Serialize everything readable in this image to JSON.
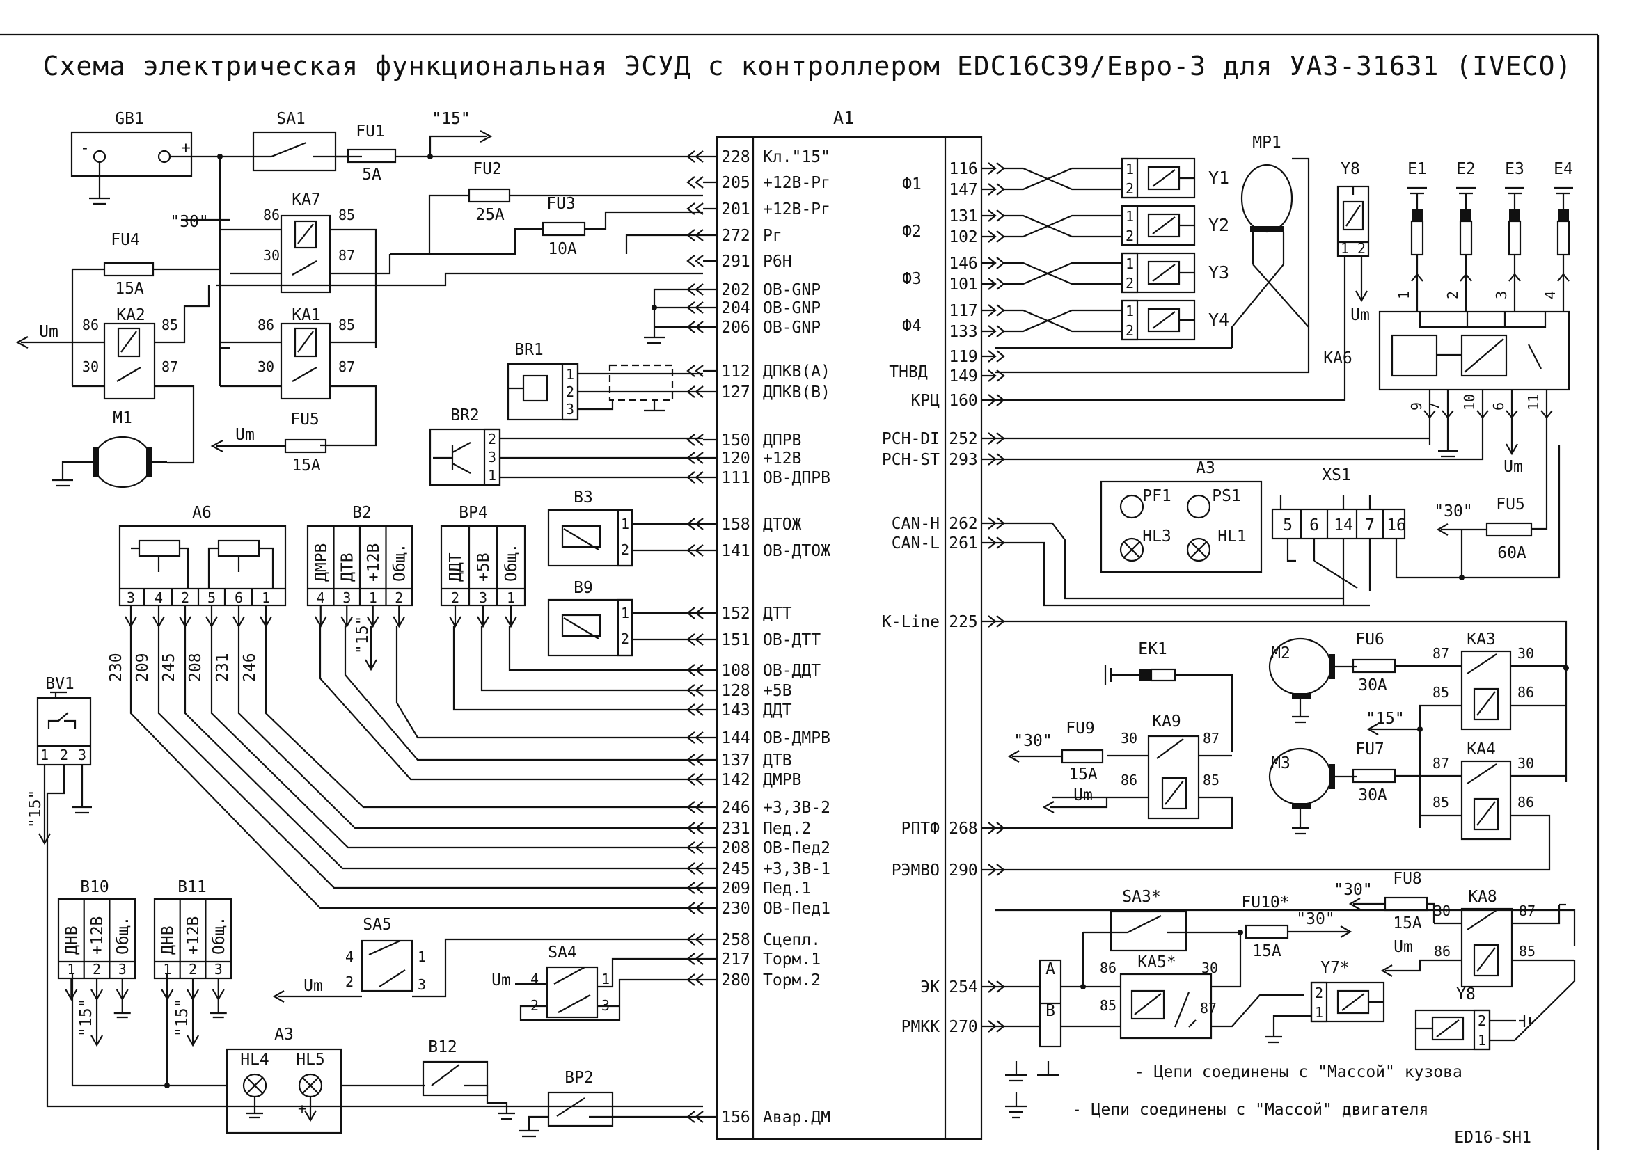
{
  "title": "Схема электрическая функциональная ЭСУД с контроллером   EDC16C39/Евро-3 для УАЗ-31631 (IVECO)",
  "code": "ED16-SH1",
  "legend": {
    "body": "- Цепи соединены с \"Массой\" кузова",
    "engine": "- Цепи соединены с \"Массой\" двигателя"
  },
  "controller": {
    "name": "A1",
    "left_pins": [
      {
        "n": "228",
        "s": "Кл.\"15\""
      },
      {
        "n": "205",
        "s": "+12В-Рг"
      },
      {
        "n": "201",
        "s": "+12В-Рг"
      },
      {
        "n": "272",
        "s": "Рг"
      },
      {
        "n": "291",
        "s": "Р6Н"
      },
      {
        "n": "202",
        "s": "ОВ-GNP"
      },
      {
        "n": "204",
        "s": "ОВ-GNP"
      },
      {
        "n": "206",
        "s": "ОВ-GNP"
      },
      {
        "n": "112",
        "s": "ДПКВ(А)"
      },
      {
        "n": "127",
        "s": "ДПКВ(В)"
      },
      {
        "n": "150",
        "s": "ДПРВ"
      },
      {
        "n": "120",
        "s": "+12В"
      },
      {
        "n": "111",
        "s": "ОВ-ДПРВ"
      },
      {
        "n": "158",
        "s": "ДТОЖ"
      },
      {
        "n": "141",
        "s": "ОВ-ДТОЖ"
      },
      {
        "n": "152",
        "s": "ДТТ"
      },
      {
        "n": "151",
        "s": "ОВ-ДТТ"
      },
      {
        "n": "108",
        "s": "ОВ-ДДТ"
      },
      {
        "n": "128",
        "s": "+5В"
      },
      {
        "n": "143",
        "s": "ДДТ"
      },
      {
        "n": "144",
        "s": "ОВ-ДМРВ"
      },
      {
        "n": "137",
        "s": "ДТВ"
      },
      {
        "n": "142",
        "s": "ДМРВ"
      },
      {
        "n": "246",
        "s": "+3,3В-2"
      },
      {
        "n": "231",
        "s": "Пед.2"
      },
      {
        "n": "208",
        "s": "ОВ-Пед2"
      },
      {
        "n": "245",
        "s": "+3,3В-1"
      },
      {
        "n": "209",
        "s": "Пед.1"
      },
      {
        "n": "230",
        "s": "ОВ-Пед1"
      },
      {
        "n": "258",
        "s": "Сцепл."
      },
      {
        "n": "217",
        "s": "Торм.1"
      },
      {
        "n": "280",
        "s": "Торм.2"
      },
      {
        "n": "156",
        "s": "Авар.ДМ"
      }
    ],
    "right_pins": [
      {
        "n": "116",
        "s": ""
      },
      {
        "n": "147",
        "s": ""
      },
      {
        "n": "131",
        "s": ""
      },
      {
        "n": "102",
        "s": ""
      },
      {
        "n": "146",
        "s": ""
      },
      {
        "n": "101",
        "s": ""
      },
      {
        "n": "117",
        "s": ""
      },
      {
        "n": "133",
        "s": ""
      },
      {
        "n": "119",
        "s": ""
      },
      {
        "n": "149",
        "s": ""
      },
      {
        "n": "160",
        "s": "КРЦ"
      },
      {
        "n": "252",
        "s": "PCH-DI"
      },
      {
        "n": "293",
        "s": "PCH-ST"
      },
      {
        "n": "262",
        "s": "CAN-H"
      },
      {
        "n": "261",
        "s": "CAN-L"
      },
      {
        "n": "225",
        "s": "K-Line"
      },
      {
        "n": "268",
        "s": "РПТФ"
      },
      {
        "n": "290",
        "s": "РЭМВО"
      },
      {
        "n": "254",
        "s": "ЭК"
      },
      {
        "n": "270",
        "s": "РМКК"
      }
    ],
    "phase_labels": [
      "Ф1",
      "Ф2",
      "Ф3",
      "Ф4",
      "ТНВД"
    ]
  },
  "components": {
    "GB1": "GB1",
    "SA1": "SA1",
    "FU1": "FU1",
    "FU1_r": "5A",
    "FU2": "FU2",
    "FU2_r": "25A",
    "FU3": "FU3",
    "FU3_r": "10A",
    "FU4": "FU4",
    "FU4_r": "15A",
    "FU5a": "FU5",
    "FU5a_r": "15A",
    "KA7": "KA7",
    "KA2": "KA2",
    "KA1": "KA1",
    "M1": "M1",
    "BR1": "BR1",
    "BR2": "BR2",
    "A6": "A6",
    "B2": "B2",
    "BP4": "BP4",
    "B3": "B3",
    "B9": "B9",
    "BV1": "BV1",
    "B10": "B10",
    "B11": "B11",
    "SA5": "SA5",
    "SA4": "SA4",
    "A3l": "A3",
    "HL4": "HL4",
    "HL5": "HL5",
    "B12": "B12",
    "BP2": "BP2",
    "Y1": "Y1",
    "Y2": "Y2",
    "Y3": "Y3",
    "Y4": "Y4",
    "MP1": "MP1",
    "Y8a": "Y8",
    "E1": "E1",
    "E2": "E2",
    "E3": "E3",
    "E4": "E4",
    "KA6": "KA6",
    "A3r": "A3",
    "PF1": "PF1",
    "PS1": "PS1",
    "HL3": "HL3",
    "HL1": "HL1",
    "XS1": "XS1",
    "FU5b": "FU5",
    "FU5b_r": "60A",
    "EK1": "EK1",
    "KA9": "KA9",
    "FU9": "FU9",
    "FU9_r": "15A",
    "M2": "M2",
    "M3": "M3",
    "FU6": "FU6",
    "FU6_r": "30A",
    "FU7": "FU7",
    "FU7_r": "30A",
    "KA3": "KA3",
    "KA4": "KA4",
    "SA3": "SA3*",
    "FU10": "FU10*",
    "FU10_r": "15A",
    "KA5": "KA5*",
    "KA8": "KA8",
    "FU8": "FU8",
    "FU8_r": "15A",
    "Y7": "Y7*",
    "Y8b": "Y8"
  },
  "labels": {
    "k15": "\"15\"",
    "k30": "\"30\"",
    "um": "Um",
    "pos": "+",
    "neg": "-",
    "a6_pins": [
      "3",
      "4",
      "2",
      "5",
      "6",
      "1"
    ],
    "a6_wires": [
      "230",
      "209",
      "245",
      "208",
      "231",
      "246"
    ],
    "b2_cols": [
      "ДМРВ",
      "ДТВ",
      "+12В",
      "Общ."
    ],
    "b2_pins": [
      "4",
      "3",
      "1",
      "2"
    ],
    "bp4_cols": [
      "ДДТ",
      "+5В",
      "Общ."
    ],
    "bp4_pins": [
      "2",
      "3",
      "1"
    ],
    "b10_cols": [
      "ДНВ",
      "+12В",
      "Общ."
    ],
    "xs1_pins": [
      "5",
      "6",
      "14",
      "7",
      "16"
    ],
    "ka6_pins": [
      "9",
      "7",
      "10",
      "6",
      "11"
    ],
    "ka6_top": [
      "1",
      "2",
      "3",
      "4"
    ],
    "relay_pins": [
      "86",
      "85",
      "30",
      "87"
    ],
    "ab": [
      "A",
      "B"
    ],
    "pin_nums": [
      "1",
      "2",
      "3",
      "4"
    ]
  }
}
